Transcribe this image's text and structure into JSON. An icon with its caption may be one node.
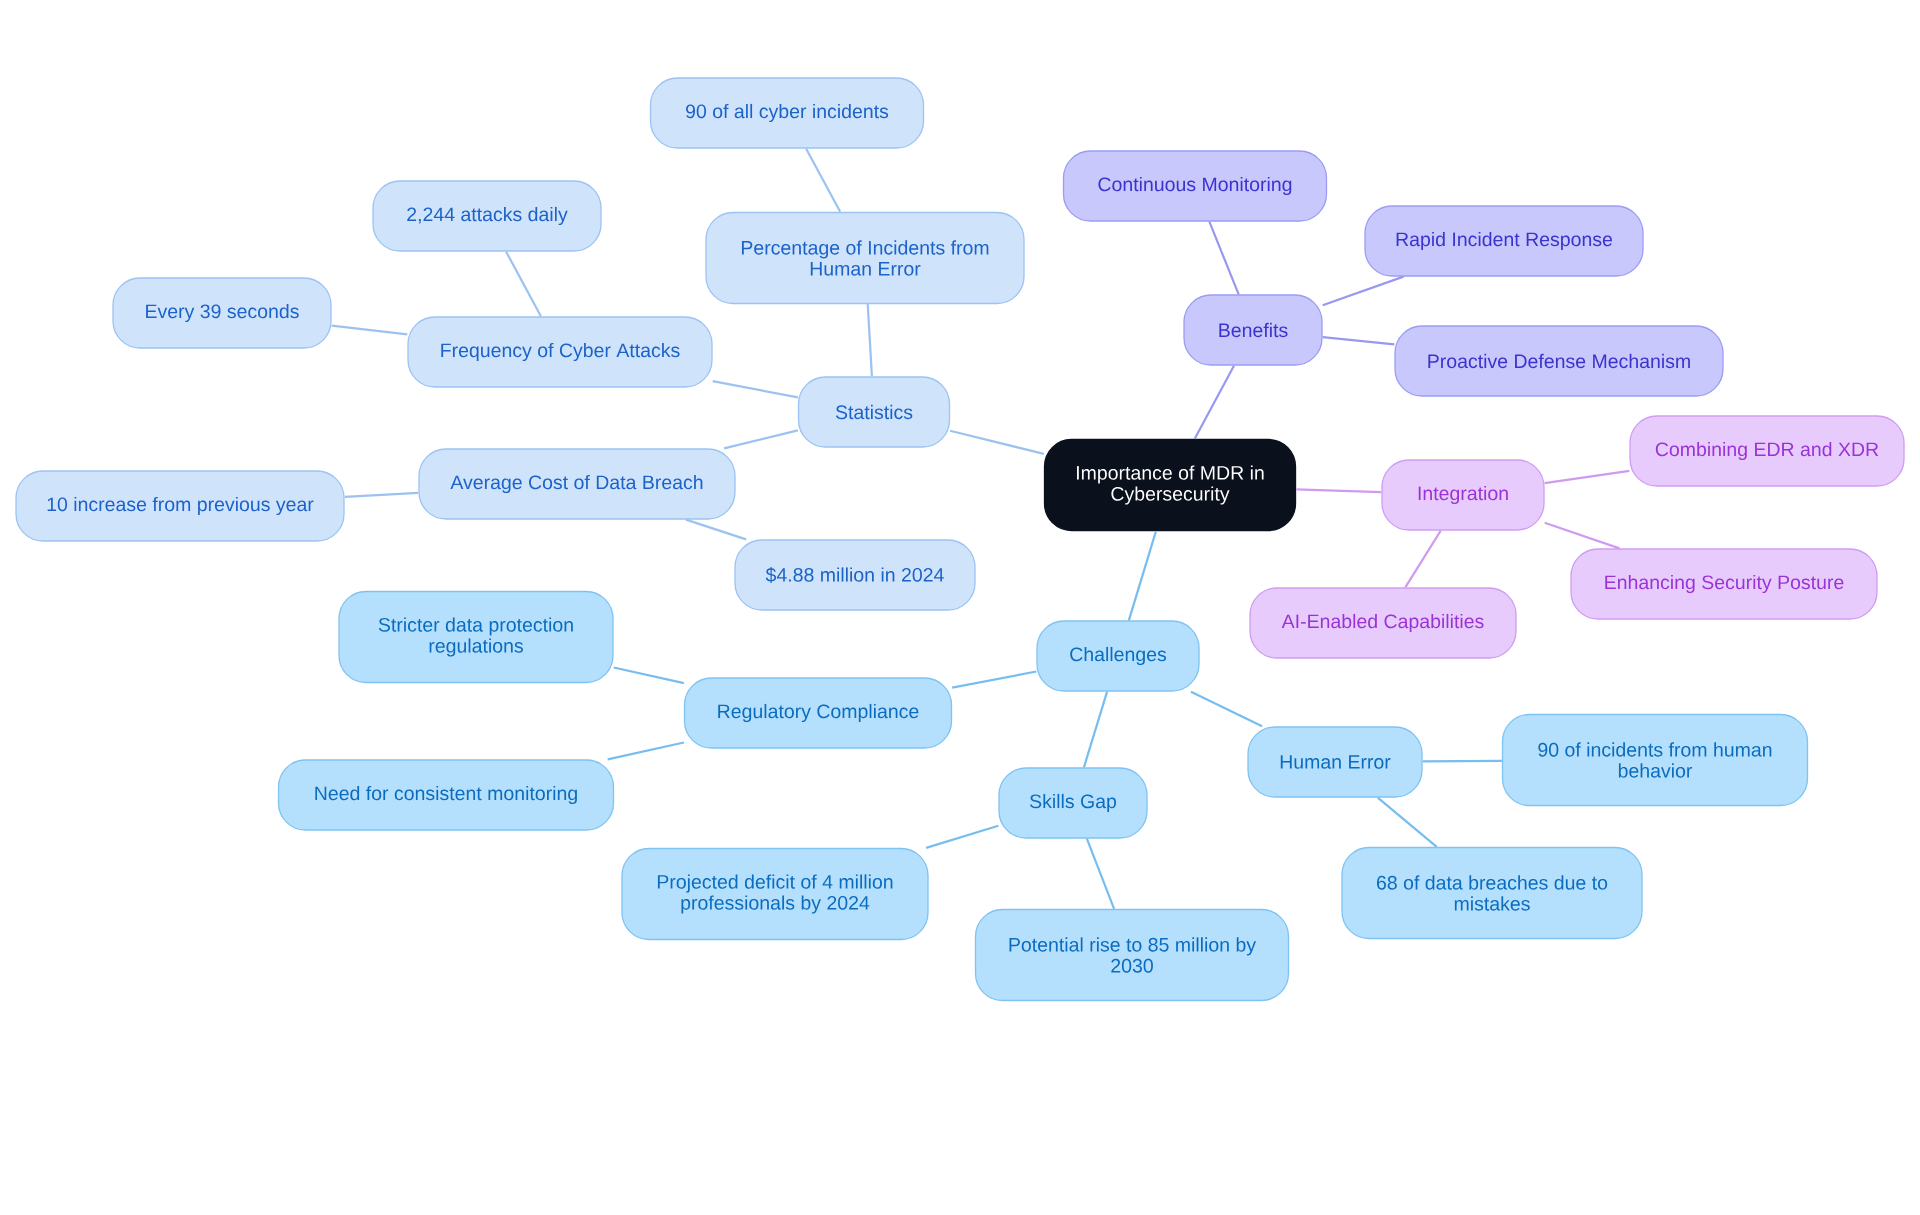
{
  "diagram": {
    "nodes": [
      {
        "text": [
          "Importance of MDR in Cybersecurity"
        ]
      },
      {
        "text": [
          "Statistics"
        ]
      },
      {
        "text": [
          "Frequency of Cyber Attacks"
        ]
      },
      {
        "text": [
          "2,244 attacks daily"
        ]
      },
      {
        "text": [
          "Every 39 seconds"
        ]
      },
      {
        "text": [
          "Percentage of Incidents from Human Error"
        ]
      },
      {
        "text": [
          "90 of all cyber incidents"
        ]
      },
      {
        "text": [
          "Average Cost of Data Breach"
        ]
      },
      {
        "text": [
          "10 increase from previous year"
        ]
      },
      {
        "text": [
          "$4.88 million in 2024"
        ]
      },
      {
        "text": [
          "Benefits"
        ]
      },
      {
        "text": [
          "Continuous Monitoring"
        ]
      },
      {
        "text": [
          "Rapid Incident Response"
        ]
      },
      {
        "text": [
          "Proactive Defense Mechanism"
        ]
      },
      {
        "text": [
          "Integration"
        ]
      },
      {
        "text": [
          "Combining EDR and XDR"
        ]
      },
      {
        "text": [
          "Enhancing Security Posture"
        ]
      },
      {
        "text": [
          "AI-Enabled Capabilities"
        ]
      },
      {
        "text": [
          "Challenges"
        ]
      },
      {
        "text": [
          "Regulatory Compliance"
        ]
      },
      {
        "text": [
          "Stricter data protection regulations"
        ]
      },
      {
        "text": [
          "Need for consistent monitoring"
        ]
      },
      {
        "text": [
          "Skills Gap"
        ]
      },
      {
        "text": [
          "Projected deficit of 4 million professionals by 2024"
        ]
      },
      {
        "text": [
          "Potential rise to 85 million by 2030"
        ]
      },
      {
        "text": [
          "Human Error"
        ]
      },
      {
        "text": [
          "90 of incidents from human behavior"
        ]
      },
      {
        "text": [
          "68 of data breaches due to mistakes"
        ]
      }
    ],
    "edges": [
      {
        "from": 0,
        "to": 1,
        "arrow": "none",
        "color": "#9cc2f0"
      },
      {
        "from": 1,
        "to": 2,
        "arrow": "none",
        "color": "#9cc2f0"
      },
      {
        "from": 2,
        "to": 3,
        "arrow": "none",
        "color": "#9cc2f0"
      },
      {
        "from": 2,
        "to": 4,
        "arrow": "none",
        "color": "#9cc2f0"
      },
      {
        "from": 1,
        "to": 5,
        "arrow": "none",
        "color": "#9cc2f0"
      },
      {
        "from": 5,
        "to": 6,
        "arrow": "none",
        "color": "#9cc2f0"
      },
      {
        "from": 1,
        "to": 7,
        "arrow": "none",
        "color": "#9cc2f0"
      },
      {
        "from": 7,
        "to": 8,
        "arrow": "none",
        "color": "#9cc2f0"
      },
      {
        "from": 7,
        "to": 9,
        "arrow": "none",
        "color": "#9cc2f0"
      },
      {
        "from": 0,
        "to": 10,
        "arrow": "none",
        "color": "#9898f0"
      },
      {
        "from": 10,
        "to": 11,
        "arrow": "none",
        "color": "#9898f0"
      },
      {
        "from": 10,
        "to": 12,
        "arrow": "none",
        "color": "#9898f0"
      },
      {
        "from": 10,
        "to": 13,
        "arrow": "none",
        "color": "#9898f0"
      },
      {
        "from": 0,
        "to": 14,
        "arrow": "none",
        "color": "#cf9bf0"
      },
      {
        "from": 14,
        "to": 15,
        "arrow": "none",
        "color": "#cf9bf0"
      },
      {
        "from": 14,
        "to": 16,
        "arrow": "none",
        "color": "#cf9bf0"
      },
      {
        "from": 14,
        "to": 17,
        "arrow": "none",
        "color": "#cf9bf0"
      },
      {
        "from": 0,
        "to": 18,
        "arrow": "none",
        "color": "#77bdf0"
      },
      {
        "from": 18,
        "to": 19,
        "arrow": "none",
        "color": "#77bdf0"
      },
      {
        "from": 19,
        "to": 20,
        "arrow": "none",
        "color": "#77bdf0"
      },
      {
        "from": 19,
        "to": 21,
        "arrow": "none",
        "color": "#77bdf0"
      },
      {
        "from": 18,
        "to": 22,
        "arrow": "none",
        "color": "#77bdf0"
      },
      {
        "from": 22,
        "to": 23,
        "arrow": "none",
        "color": "#77bdf0"
      },
      {
        "from": 22,
        "to": 24,
        "arrow": "none",
        "color": "#77bdf0"
      },
      {
        "from": 18,
        "to": 25,
        "arrow": "none",
        "color": "#77bdf0"
      },
      {
        "from": 25,
        "to": 26,
        "arrow": "none",
        "color": "#77bdf0"
      },
      {
        "from": 25,
        "to": 27,
        "arrow": "none",
        "color": "#77bdf0"
      }
    ]
  }
}
